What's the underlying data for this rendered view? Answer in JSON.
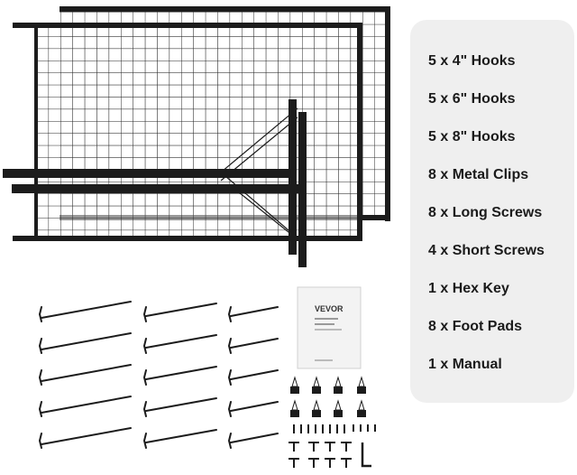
{
  "product_photo": {
    "kit_colors": {
      "metal": "#1c1c1c",
      "panel_bg": "#efefef"
    },
    "manual_cover": {
      "brand": "VEVOR"
    }
  },
  "parts_list": [
    "5 x 4\" Hooks",
    "5 x 6\" Hooks",
    "5 x 8\" Hooks",
    "8 x Metal Clips",
    "8 x Long Screws",
    "4 x Short Screws",
    "1 x Hex Key",
    "8 x Foot Pads",
    "1 x Manual"
  ]
}
